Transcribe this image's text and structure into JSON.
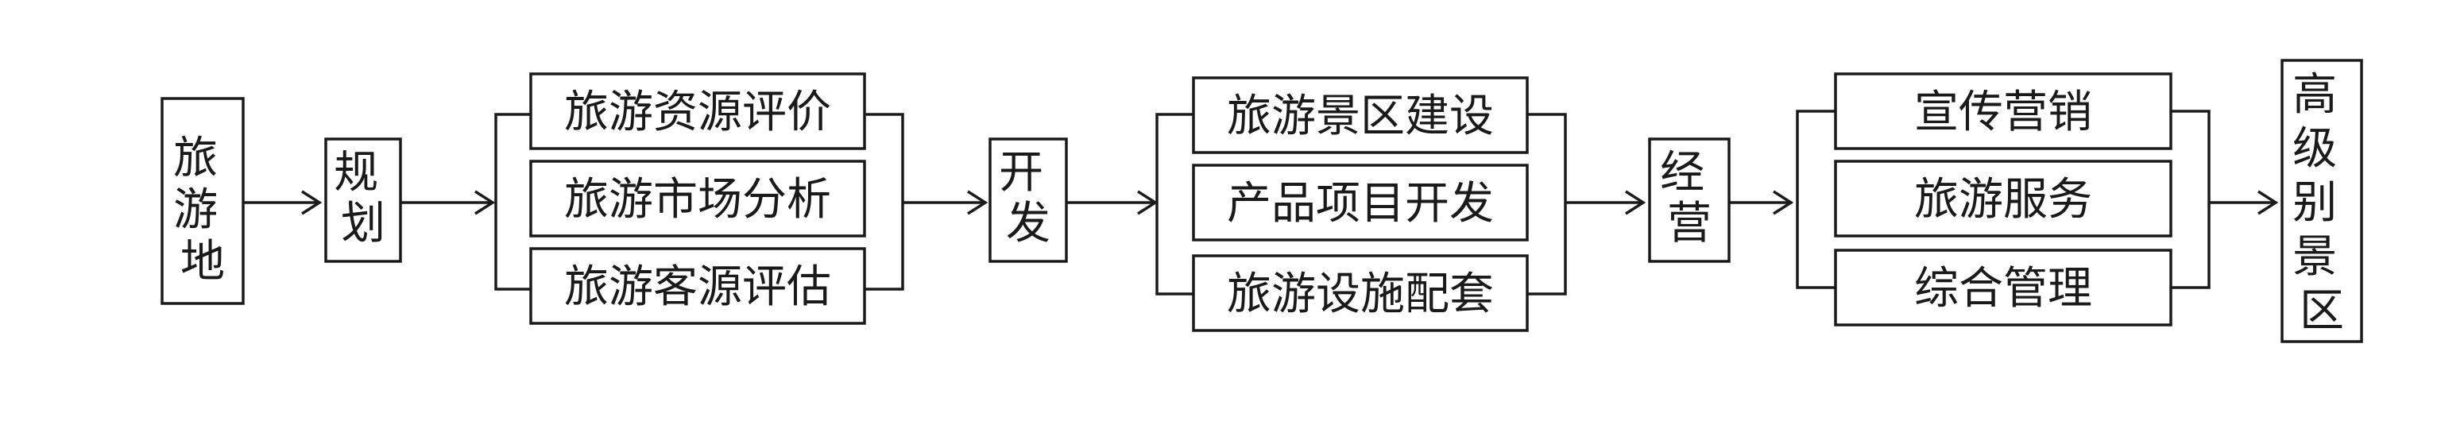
{
  "stages": {
    "source": {
      "label": "旅游地"
    },
    "planning": {
      "label": "规划"
    },
    "planning_items": [
      "旅游资源评价",
      "旅游市场分析",
      "旅游客源评估"
    ],
    "development": {
      "label": "开发"
    },
    "development_items": [
      "旅游景区建设",
      "产品项目开发",
      "旅游设施配套"
    ],
    "operation": {
      "label": "经营"
    },
    "operation_items": [
      "宣传营销",
      "旅游服务",
      "综合管理"
    ],
    "target": {
      "label": "高级别景区"
    }
  }
}
